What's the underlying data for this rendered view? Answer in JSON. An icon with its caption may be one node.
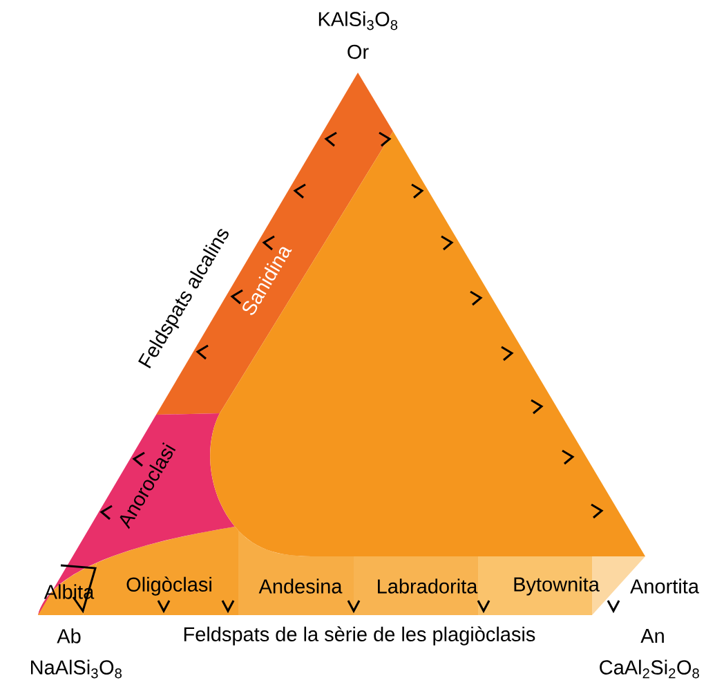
{
  "diagram": {
    "nodes": [
      {
        "text": [
          "Sanidina"
        ]
      },
      {
        "text": [
          "Anoroclasi"
        ]
      },
      {
        "text": [
          "Albita"
        ]
      },
      {
        "text": [
          "Oligòclasi"
        ]
      },
      {
        "text": [
          "Andesina"
        ]
      },
      {
        "text": [
          "Labradorita"
        ]
      },
      {
        "text": [
          "Bytownita"
        ]
      },
      {
        "text": [
          "Anortita"
        ]
      }
    ],
    "labels": [
      "KAlSi$_{3}$O$_{8}$",
      "Or",
      "Feldspats alcalins",
      "Ab",
      "NaAlSi$_{3}$O$_{8}$",
      "Feldspats de la sèrie de les plagiòclasis",
      "An",
      "CaAl$_{2}$Si$_{2}$O$_{8}$"
    ]
  }
}
